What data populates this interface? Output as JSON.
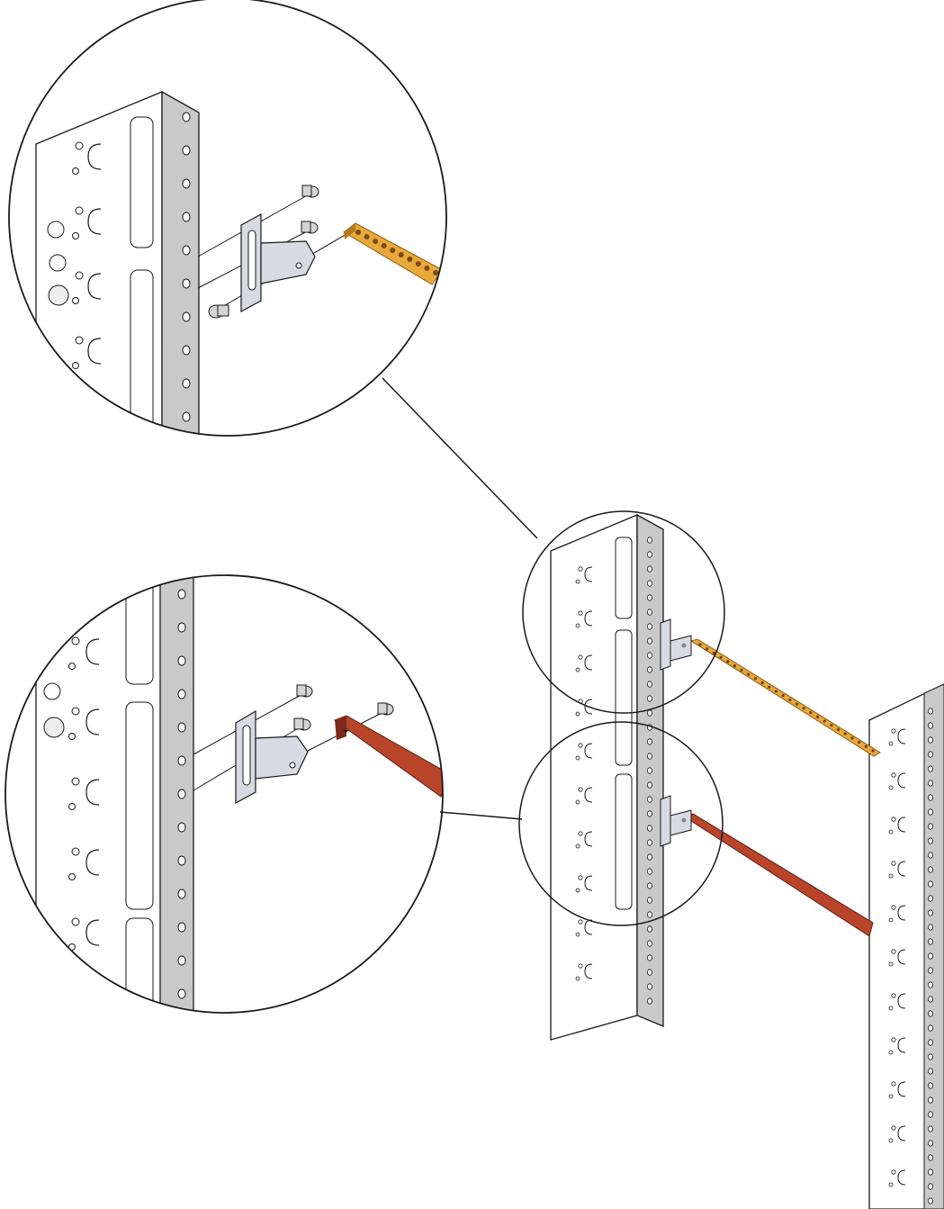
{
  "figure": {
    "kind": "rack-rail-ground-bar-installation",
    "callouts": [
      {
        "id": "upper",
        "part": "ground-bar-perforated",
        "color": "#E8A83A"
      },
      {
        "id": "lower",
        "part": "ground-strap-solid",
        "color": "#B8452A"
      }
    ],
    "components": [
      "rack-post-front",
      "rack-post-rear",
      "mounting-bracket",
      "screw"
    ],
    "colors": {
      "outline": "#1a1a1a",
      "rail_face": "#ffffff",
      "rail_side": "#c9c9c9",
      "rail_side_dark": "#a8a8a8",
      "bracket": "#d7d9e3",
      "copper_bar": "#E8A83A",
      "copper_bar_dark": "#B57A1F",
      "strap": "#B8452A",
      "strap_dark": "#7E2A18"
    }
  }
}
